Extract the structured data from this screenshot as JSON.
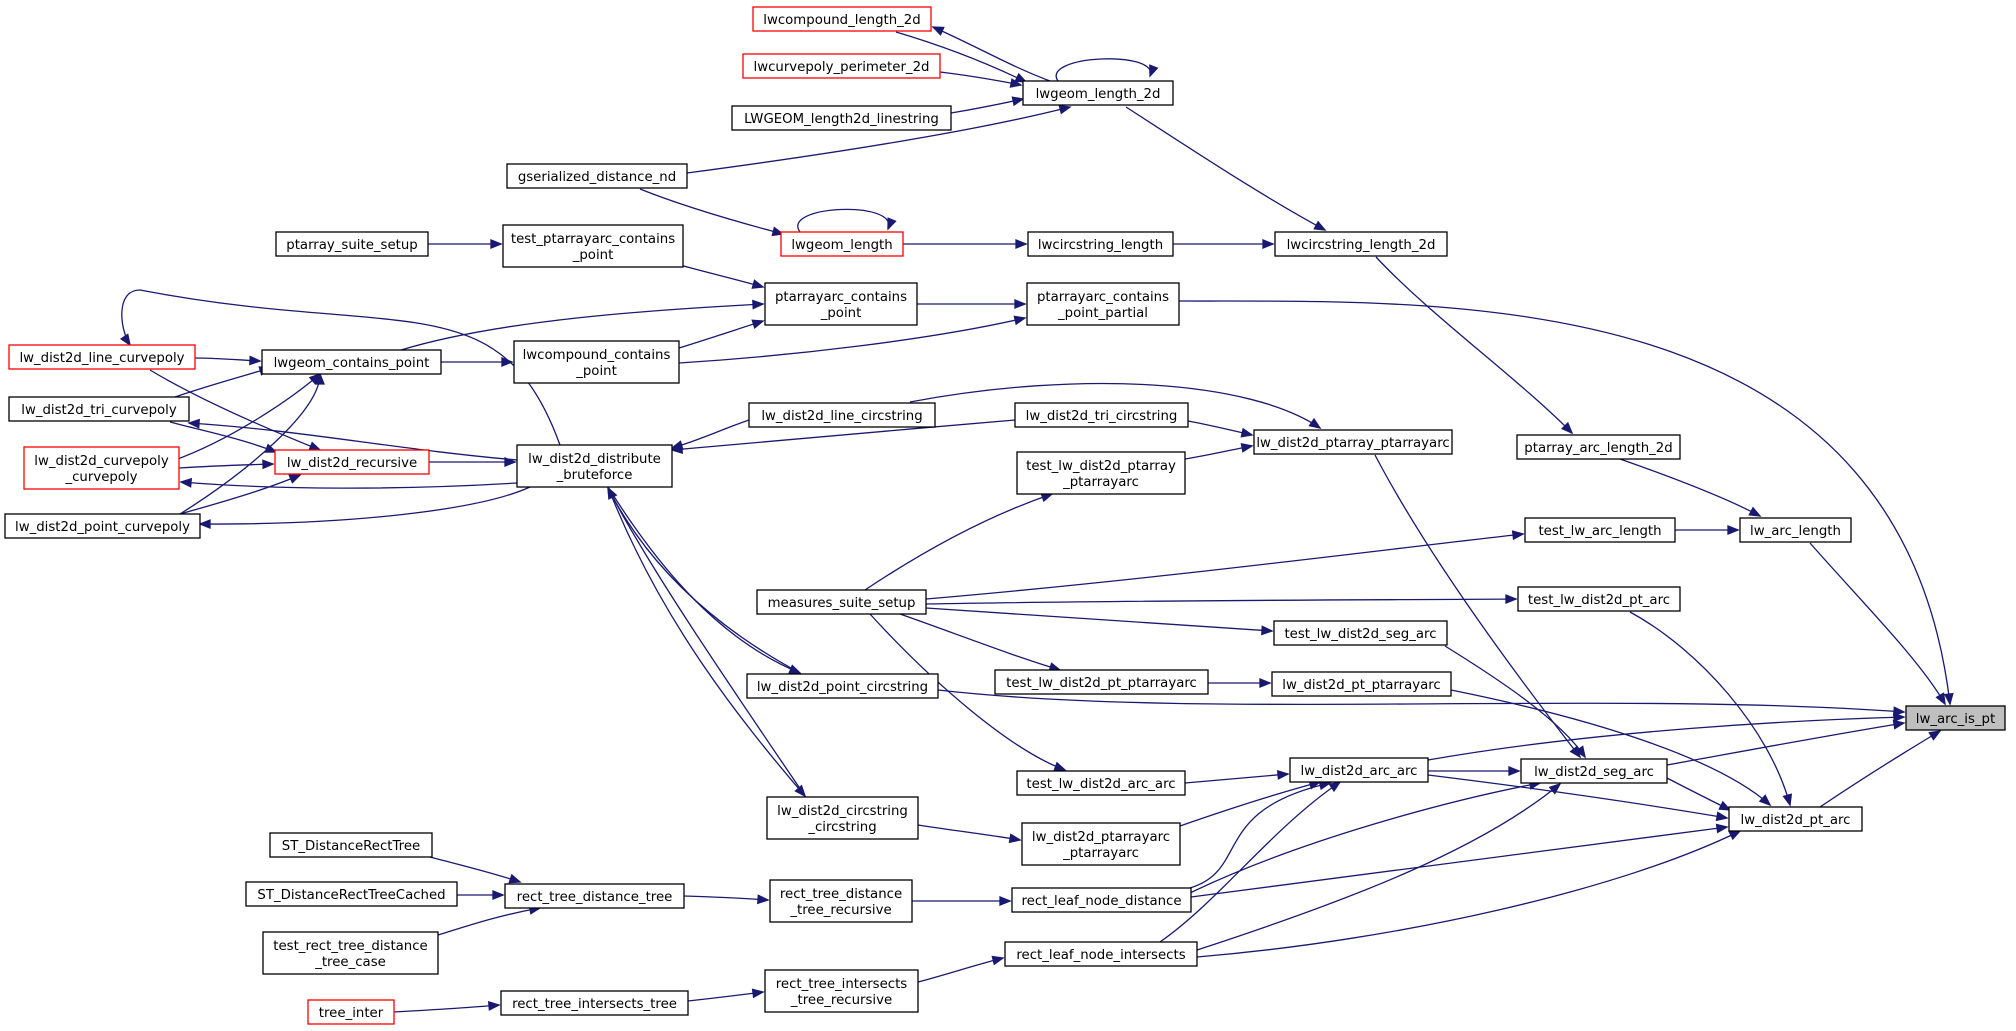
{
  "graph": {
    "title": "",
    "root": "lw_arc_is_pt",
    "nodes": [
      {
        "id": "lw_arc_is_pt",
        "label": [
          "lw_arc_is_pt"
        ],
        "kind": "root"
      },
      {
        "id": "lwcompound_length_2d",
        "label": [
          "lwcompound_length_2d"
        ],
        "kind": "truncated"
      },
      {
        "id": "lwcurvepoly_perimeter_2d",
        "label": [
          "lwcurvepoly_perimeter_2d"
        ],
        "kind": "truncated"
      },
      {
        "id": "lwgeom_length_2d",
        "label": [
          "lwgeom_length_2d"
        ],
        "kind": "normal"
      },
      {
        "id": "LWGEOM_length2d_linestring",
        "label": [
          "LWGEOM_length2d_linestring"
        ],
        "kind": "normal"
      },
      {
        "id": "gserialized_distance_nd",
        "label": [
          "gserialized_distance_nd"
        ],
        "kind": "normal"
      },
      {
        "id": "ptarray_suite_setup",
        "label": [
          "ptarray_suite_setup"
        ],
        "kind": "normal"
      },
      {
        "id": "test_ptarrayarc_contains_point",
        "label": [
          "test_ptarrayarc_contains",
          "_point"
        ],
        "kind": "normal"
      },
      {
        "id": "lwgeom_length",
        "label": [
          "lwgeom_length"
        ],
        "kind": "truncated"
      },
      {
        "id": "lwcircstring_length",
        "label": [
          "lwcircstring_length"
        ],
        "kind": "normal"
      },
      {
        "id": "lwcircstring_length_2d",
        "label": [
          "lwcircstring_length_2d"
        ],
        "kind": "normal"
      },
      {
        "id": "ptarrayarc_contains_point",
        "label": [
          "ptarrayarc_contains",
          "_point"
        ],
        "kind": "normal"
      },
      {
        "id": "ptarrayarc_contains_point_partial",
        "label": [
          "ptarrayarc_contains",
          "_point_partial"
        ],
        "kind": "normal"
      },
      {
        "id": "lw_dist2d_line_curvepoly",
        "label": [
          "lw_dist2d_line_curvepoly"
        ],
        "kind": "truncated"
      },
      {
        "id": "lwgeom_contains_point",
        "label": [
          "lwgeom_contains_point"
        ],
        "kind": "normal"
      },
      {
        "id": "lwcompound_contains_point",
        "label": [
          "lwcompound_contains",
          "_point"
        ],
        "kind": "normal"
      },
      {
        "id": "lw_dist2d_tri_curvepoly",
        "label": [
          "lw_dist2d_tri_curvepoly"
        ],
        "kind": "normal"
      },
      {
        "id": "lw_dist2d_curvepoly_curvepoly",
        "label": [
          "lw_dist2d_curvepoly",
          "_curvepoly"
        ],
        "kind": "truncated"
      },
      {
        "id": "lw_dist2d_recursive",
        "label": [
          "lw_dist2d_recursive"
        ],
        "kind": "truncated"
      },
      {
        "id": "lw_dist2d_point_curvepoly",
        "label": [
          "lw_dist2d_point_curvepoly"
        ],
        "kind": "normal"
      },
      {
        "id": "lw_dist2d_distribute_bruteforce",
        "label": [
          "lw_dist2d_distribute",
          "_bruteforce"
        ],
        "kind": "normal"
      },
      {
        "id": "lw_dist2d_line_circstring",
        "label": [
          "lw_dist2d_line_circstring"
        ],
        "kind": "normal"
      },
      {
        "id": "lw_dist2d_tri_circstring",
        "label": [
          "lw_dist2d_tri_circstring"
        ],
        "kind": "normal"
      },
      {
        "id": "lw_dist2d_ptarray_ptarrayarc",
        "label": [
          "lw_dist2d_ptarray_ptarrayarc"
        ],
        "kind": "normal"
      },
      {
        "id": "ptarray_arc_length_2d",
        "label": [
          "ptarray_arc_length_2d"
        ],
        "kind": "normal"
      },
      {
        "id": "test_lw_dist2d_ptarray_ptarrayarc",
        "label": [
          "test_lw_dist2d_ptarray",
          "_ptarrayarc"
        ],
        "kind": "normal"
      },
      {
        "id": "test_lw_arc_length",
        "label": [
          "test_lw_arc_length"
        ],
        "kind": "normal"
      },
      {
        "id": "lw_arc_length",
        "label": [
          "lw_arc_length"
        ],
        "kind": "normal"
      },
      {
        "id": "measures_suite_setup",
        "label": [
          "measures_suite_setup"
        ],
        "kind": "normal"
      },
      {
        "id": "test_lw_dist2d_pt_arc",
        "label": [
          "test_lw_dist2d_pt_arc"
        ],
        "kind": "normal"
      },
      {
        "id": "test_lw_dist2d_seg_arc",
        "label": [
          "test_lw_dist2d_seg_arc"
        ],
        "kind": "normal"
      },
      {
        "id": "test_lw_dist2d_pt_ptarrayarc",
        "label": [
          "test_lw_dist2d_pt_ptarrayarc"
        ],
        "kind": "normal"
      },
      {
        "id": "lw_dist2d_pt_ptarrayarc",
        "label": [
          "lw_dist2d_pt_ptarrayarc"
        ],
        "kind": "normal"
      },
      {
        "id": "lw_dist2d_point_circstring",
        "label": [
          "lw_dist2d_point_circstring"
        ],
        "kind": "normal"
      },
      {
        "id": "lw_dist2d_arc_arc",
        "label": [
          "lw_dist2d_arc_arc"
        ],
        "kind": "normal"
      },
      {
        "id": "lw_dist2d_seg_arc",
        "label": [
          "lw_dist2d_seg_arc"
        ],
        "kind": "normal"
      },
      {
        "id": "test_lw_dist2d_arc_arc",
        "label": [
          "test_lw_dist2d_arc_arc"
        ],
        "kind": "normal"
      },
      {
        "id": "lw_dist2d_pt_arc",
        "label": [
          "lw_dist2d_pt_arc"
        ],
        "kind": "normal"
      },
      {
        "id": "lw_dist2d_circstring_circstring",
        "label": [
          "lw_dist2d_circstring",
          "_circstring"
        ],
        "kind": "normal"
      },
      {
        "id": "lw_dist2d_ptarrayarc_ptarrayarc",
        "label": [
          "lw_dist2d_ptarrayarc",
          "_ptarrayarc"
        ],
        "kind": "normal"
      },
      {
        "id": "ST_DistanceRectTree",
        "label": [
          "ST_DistanceRectTree"
        ],
        "kind": "normal"
      },
      {
        "id": "ST_DistanceRectTreeCached",
        "label": [
          "ST_DistanceRectTreeCached"
        ],
        "kind": "normal"
      },
      {
        "id": "rect_tree_distance_tree",
        "label": [
          "rect_tree_distance_tree"
        ],
        "kind": "normal"
      },
      {
        "id": "rect_tree_distance_tree_recursive",
        "label": [
          "rect_tree_distance",
          "_tree_recursive"
        ],
        "kind": "normal"
      },
      {
        "id": "rect_leaf_node_distance",
        "label": [
          "rect_leaf_node_distance"
        ],
        "kind": "normal"
      },
      {
        "id": "test_rect_tree_distance_tree_case",
        "label": [
          "test_rect_tree_distance",
          "_tree_case"
        ],
        "kind": "normal"
      },
      {
        "id": "rect_leaf_node_intersects",
        "label": [
          "rect_leaf_node_intersects"
        ],
        "kind": "normal"
      },
      {
        "id": "rect_tree_intersects_tree_recursive",
        "label": [
          "rect_tree_intersects",
          "_tree_recursive"
        ],
        "kind": "normal"
      },
      {
        "id": "tree_inter",
        "label": [
          "tree_inter"
        ],
        "kind": "truncated"
      },
      {
        "id": "rect_tree_intersects_tree",
        "label": [
          "rect_tree_intersects_tree"
        ],
        "kind": "normal"
      }
    ],
    "edges": [
      [
        "lwgeom_length_2d",
        "lwcompound_length_2d"
      ],
      [
        "lwcompound_length_2d",
        "lwgeom_length_2d"
      ],
      [
        "lwcurvepoly_perimeter_2d",
        "lwgeom_length_2d"
      ],
      [
        "LWGEOM_length2d_linestring",
        "lwgeom_length_2d"
      ],
      [
        "gserialized_distance_nd",
        "lwgeom_length_2d"
      ],
      [
        "lwgeom_length_2d",
        "lwgeom_length_2d"
      ],
      [
        "lwgeom_length_2d",
        "lwcircstring_length_2d"
      ],
      [
        "gserialized_distance_nd",
        "lwgeom_length"
      ],
      [
        "lwgeom_length",
        "lwgeom_length"
      ],
      [
        "lwgeom_length",
        "lwcircstring_length"
      ],
      [
        "lwcircstring_length",
        "lwcircstring_length_2d"
      ],
      [
        "lwcircstring_length_2d",
        "ptarray_arc_length_2d"
      ],
      [
        "ptarray_suite_setup",
        "test_ptarrayarc_contains_point"
      ],
      [
        "test_ptarrayarc_contains_point",
        "ptarrayarc_contains_point"
      ],
      [
        "lwgeom_contains_point",
        "ptarrayarc_contains_point"
      ],
      [
        "lwcompound_contains_point",
        "ptarrayarc_contains_point"
      ],
      [
        "lw_dist2d_distribute_bruteforce",
        "lw_dist2d_line_curvepoly"
      ],
      [
        "ptarrayarc_contains_point",
        "ptarrayarc_contains_point_partial"
      ],
      [
        "lwcompound_contains_point",
        "ptarrayarc_contains_point_partial"
      ],
      [
        "ptarrayarc_contains_point_partial",
        "lw_arc_is_pt"
      ],
      [
        "lw_dist2d_line_curvepoly",
        "lwgeom_contains_point"
      ],
      [
        "lw_dist2d_tri_curvepoly",
        "lwgeom_contains_point"
      ],
      [
        "lw_dist2d_curvepoly_curvepoly",
        "lwgeom_contains_point"
      ],
      [
        "lw_dist2d_point_curvepoly",
        "lwgeom_contains_point"
      ],
      [
        "lwgeom_contains_point",
        "lwcompound_contains_point"
      ],
      [
        "lw_dist2d_line_curvepoly",
        "lw_dist2d_recursive"
      ],
      [
        "lw_dist2d_tri_curvepoly",
        "lw_dist2d_recursive"
      ],
      [
        "lw_dist2d_curvepoly_curvepoly",
        "lw_dist2d_recursive"
      ],
      [
        "lw_dist2d_point_curvepoly",
        "lw_dist2d_recursive"
      ],
      [
        "lw_dist2d_recursive",
        "lw_dist2d_distribute_bruteforce"
      ],
      [
        "lw_dist2d_distribute_bruteforce",
        "lw_dist2d_tri_curvepoly"
      ],
      [
        "lw_dist2d_distribute_bruteforce",
        "lw_dist2d_curvepoly_curvepoly"
      ],
      [
        "lw_dist2d_distribute_bruteforce",
        "lw_dist2d_point_curvepoly"
      ],
      [
        "lw_dist2d_line_circstring",
        "lw_dist2d_distribute_bruteforce"
      ],
      [
        "lw_dist2d_tri_circstring",
        "lw_dist2d_distribute_bruteforce"
      ],
      [
        "lw_dist2d_point_circstring",
        "lw_dist2d_distribute_bruteforce"
      ],
      [
        "lw_dist2d_circstring_circstring",
        "lw_dist2d_distribute_bruteforce"
      ],
      [
        "lw_dist2d_line_circstring",
        "lw_dist2d_ptarray_ptarrayarc"
      ],
      [
        "lw_dist2d_tri_circstring",
        "lw_dist2d_ptarray_ptarrayarc"
      ],
      [
        "test_lw_dist2d_ptarray_ptarrayarc",
        "lw_dist2d_ptarray_ptarrayarc"
      ],
      [
        "lw_dist2d_ptarray_ptarrayarc",
        "lw_dist2d_seg_arc"
      ],
      [
        "measures_suite_setup",
        "test_lw_dist2d_ptarray_ptarrayarc"
      ],
      [
        "measures_suite_setup",
        "test_lw_arc_length"
      ],
      [
        "measures_suite_setup",
        "test_lw_dist2d_pt_arc"
      ],
      [
        "measures_suite_setup",
        "test_lw_dist2d_seg_arc"
      ],
      [
        "measures_suite_setup",
        "test_lw_dist2d_pt_ptarrayarc"
      ],
      [
        "measures_suite_setup",
        "test_lw_dist2d_arc_arc"
      ],
      [
        "ptarray_arc_length_2d",
        "lw_arc_length"
      ],
      [
        "test_lw_arc_length",
        "lw_arc_length"
      ],
      [
        "lw_arc_length",
        "lw_arc_is_pt"
      ],
      [
        "test_lw_dist2d_pt_arc",
        "lw_dist2d_pt_arc"
      ],
      [
        "test_lw_dist2d_seg_arc",
        "lw_dist2d_seg_arc"
      ],
      [
        "test_lw_dist2d_pt_ptarrayarc",
        "lw_dist2d_pt_ptarrayarc"
      ],
      [
        "lw_dist2d_pt_ptarrayarc",
        "lw_dist2d_pt_arc"
      ],
      [
        "lw_dist2d_point_circstring",
        "lw_arc_is_pt"
      ],
      [
        "lw_dist2d_arc_arc",
        "lw_arc_is_pt"
      ],
      [
        "lw_dist2d_seg_arc",
        "lw_arc_is_pt"
      ],
      [
        "lw_dist2d_pt_arc",
        "lw_arc_is_pt"
      ],
      [
        "lw_dist2d_arc_arc",
        "lw_dist2d_seg_arc"
      ],
      [
        "lw_dist2d_arc_arc",
        "lw_dist2d_pt_arc"
      ],
      [
        "lw_dist2d_seg_arc",
        "lw_dist2d_pt_arc"
      ],
      [
        "test_lw_dist2d_arc_arc",
        "lw_dist2d_arc_arc"
      ],
      [
        "lw_dist2d_ptarrayarc_ptarrayarc",
        "lw_dist2d_arc_arc"
      ],
      [
        "rect_leaf_node_distance",
        "lw_dist2d_arc_arc"
      ],
      [
        "rect_leaf_node_intersects",
        "lw_dist2d_arc_arc"
      ],
      [
        "rect_leaf_node_distance",
        "lw_dist2d_seg_arc"
      ],
      [
        "rect_leaf_node_intersects",
        "lw_dist2d_seg_arc"
      ],
      [
        "rect_leaf_node_distance",
        "lw_dist2d_pt_arc"
      ],
      [
        "rect_leaf_node_intersects",
        "lw_dist2d_pt_arc"
      ],
      [
        "lw_dist2d_distribute_bruteforce",
        "lw_dist2d_point_circstring"
      ],
      [
        "lw_dist2d_distribute_bruteforce",
        "lw_dist2d_circstring_circstring"
      ],
      [
        "lw_dist2d_circstring_circstring",
        "lw_dist2d_ptarrayarc_ptarrayarc"
      ],
      [
        "ST_DistanceRectTree",
        "rect_tree_distance_tree"
      ],
      [
        "ST_DistanceRectTreeCached",
        "rect_tree_distance_tree"
      ],
      [
        "test_rect_tree_distance_tree_case",
        "rect_tree_distance_tree"
      ],
      [
        "rect_tree_distance_tree",
        "rect_tree_distance_tree_recursive"
      ],
      [
        "rect_tree_distance_tree_recursive",
        "rect_leaf_node_distance"
      ],
      [
        "tree_inter",
        "rect_tree_intersects_tree"
      ],
      [
        "rect_tree_intersects_tree",
        "rect_tree_intersects_tree_recursive"
      ],
      [
        "rect_tree_intersects_tree_recursive",
        "rect_leaf_node_intersects"
      ]
    ]
  }
}
